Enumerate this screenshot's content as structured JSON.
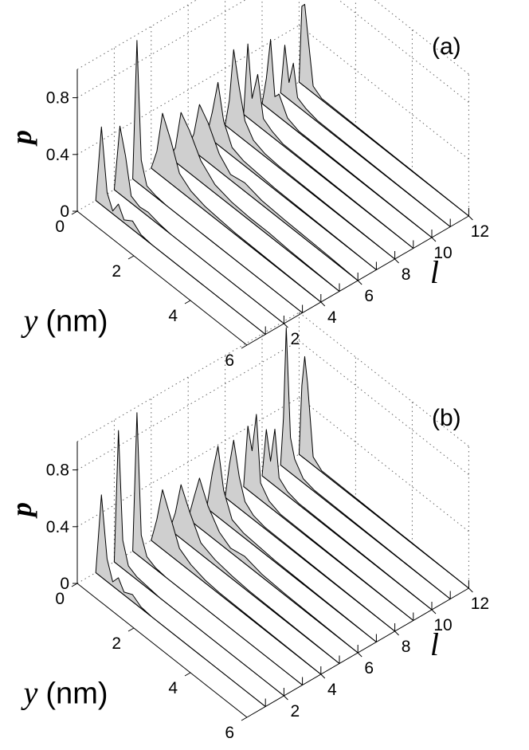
{
  "chart_data": [
    {
      "type": "area",
      "panel_label": "(a)",
      "zlabel": "p",
      "ylabel_var": "y",
      "ylabel_unit": "(nm)",
      "xlabel": "l",
      "z_ticks": [
        "0",
        "0.4",
        "0.8"
      ],
      "y_ticks": [
        "0",
        "2",
        "4",
        "6"
      ],
      "x_ticks": [
        "2",
        "4",
        "6",
        "8",
        "10",
        "12"
      ],
      "zlim": [
        0,
        1.0
      ],
      "ylim": [
        0,
        6
      ],
      "xlim": [
        0,
        12
      ],
      "grid": true,
      "series": [
        {
          "l": 1,
          "y": [
            0,
            0.2,
            0.4,
            0.6,
            0.8,
            1.0,
            1.3,
            1.6,
            2.0,
            6.0
          ],
          "p": [
            0.0,
            0.55,
            0.12,
            0.02,
            0.1,
            0.02,
            0.06,
            0.01,
            0.0,
            0.0
          ]
        },
        {
          "l": 2,
          "y": [
            0,
            0.2,
            0.4,
            0.6,
            0.9,
            1.2,
            1.6,
            2.0,
            6.0
          ],
          "p": [
            0.0,
            0.48,
            0.3,
            0.05,
            0.02,
            0.03,
            0.01,
            0.0,
            0.0
          ]
        },
        {
          "l": 3,
          "y": [
            0,
            0.15,
            0.3,
            0.5,
            0.8,
            1.2,
            1.6,
            6.0
          ],
          "p": [
            0.0,
            1.0,
            0.18,
            0.03,
            0.01,
            0.0,
            0.0,
            0.0
          ]
        },
        {
          "l": 4,
          "y": [
            0,
            0.2,
            0.4,
            0.7,
            1.0,
            1.4,
            1.9,
            2.4,
            3.0,
            6.0
          ],
          "p": [
            0.0,
            0.15,
            0.45,
            0.3,
            0.12,
            0.06,
            0.03,
            0.02,
            0.01,
            0.0
          ]
        },
        {
          "l": 5,
          "y": [
            0,
            0.2,
            0.4,
            0.7,
            1.1,
            1.6,
            2.2,
            2.8,
            3.5,
            4.2,
            6.0
          ],
          "p": [
            0.0,
            0.1,
            0.38,
            0.3,
            0.15,
            0.06,
            0.03,
            0.02,
            0.02,
            0.01,
            0.0
          ]
        },
        {
          "l": 6,
          "y": [
            0,
            0.2,
            0.4,
            0.7,
            1.1,
            1.5,
            2.0,
            2.6,
            3.4,
            4.2,
            5.0,
            6.0
          ],
          "p": [
            0.0,
            0.12,
            0.36,
            0.28,
            0.12,
            0.04,
            0.06,
            0.03,
            0.02,
            0.015,
            0.01,
            0.0
          ]
        },
        {
          "l": 7,
          "y": [
            0,
            0.2,
            0.4,
            0.6,
            0.9,
            1.3,
            1.8,
            2.4,
            6.0
          ],
          "p": [
            0.0,
            0.2,
            0.44,
            0.2,
            0.06,
            0.03,
            0.02,
            0.01,
            0.0
          ]
        },
        {
          "l": 8,
          "y": [
            0,
            0.15,
            0.3,
            0.5,
            0.7,
            1.0,
            1.4,
            1.9,
            6.0
          ],
          "p": [
            0.0,
            0.2,
            0.58,
            0.34,
            0.14,
            0.05,
            0.02,
            0.01,
            0.0
          ]
        },
        {
          "l": 9,
          "y": [
            0,
            0.15,
            0.3,
            0.5,
            0.7,
            1.0,
            1.4,
            6.0
          ],
          "p": [
            0.0,
            0.52,
            0.16,
            0.36,
            0.08,
            0.04,
            0.01,
            0.0
          ]
        },
        {
          "l": 10,
          "y": [
            0,
            0.15,
            0.3,
            0.45,
            0.6,
            0.9,
            1.3,
            6.0
          ],
          "p": [
            0.0,
            0.2,
            0.5,
            0.12,
            0.16,
            0.04,
            0.01,
            0.0
          ]
        },
        {
          "l": 11,
          "y": [
            0,
            0.15,
            0.3,
            0.45,
            0.6,
            0.9,
            1.3,
            6.0
          ],
          "p": [
            0.0,
            0.36,
            0.12,
            0.28,
            0.06,
            0.03,
            0.01,
            0.0
          ]
        },
        {
          "l": 12,
          "y": [
            0,
            0.1,
            0.2,
            0.3,
            0.5,
            0.8,
            6.0
          ],
          "p": [
            0.0,
            0.55,
            0.58,
            0.4,
            0.05,
            0.01,
            0.0
          ]
        }
      ]
    },
    {
      "type": "area",
      "panel_label": "(b)",
      "zlabel": "p",
      "ylabel_var": "y",
      "ylabel_unit": "(nm)",
      "xlabel": "l",
      "z_ticks": [
        "0",
        "0.4",
        "0.8"
      ],
      "y_ticks": [
        "0",
        "2",
        "4",
        "6"
      ],
      "x_ticks": [
        "2",
        "4",
        "6",
        "8",
        "10",
        "12"
      ],
      "zlim": [
        0,
        1.0
      ],
      "ylim": [
        0,
        6
      ],
      "xlim": [
        0,
        12
      ],
      "grid": true,
      "series": [
        {
          "l": 1,
          "y": [
            0,
            0.2,
            0.4,
            0.6,
            0.8,
            1.0,
            1.3,
            1.6,
            2.0,
            6.0
          ],
          "p": [
            0.0,
            0.58,
            0.16,
            0.03,
            0.09,
            0.02,
            0.05,
            0.01,
            0.0,
            0.0
          ]
        },
        {
          "l": 2,
          "y": [
            0,
            0.15,
            0.3,
            0.5,
            0.8,
            1.2,
            1.6,
            6.0
          ],
          "p": [
            0.0,
            0.95,
            0.2,
            0.05,
            0.02,
            0.01,
            0.0,
            0.0
          ]
        },
        {
          "l": 3,
          "y": [
            0,
            0.15,
            0.3,
            0.5,
            0.8,
            1.2,
            1.6,
            6.0
          ],
          "p": [
            0.0,
            1.0,
            0.16,
            0.04,
            0.01,
            0.0,
            0.0,
            0.0
          ]
        },
        {
          "l": 4,
          "y": [
            0,
            0.2,
            0.4,
            0.7,
            1.0,
            1.4,
            1.9,
            2.4,
            6.0
          ],
          "p": [
            0.0,
            0.18,
            0.42,
            0.26,
            0.1,
            0.05,
            0.02,
            0.01,
            0.0
          ]
        },
        {
          "l": 5,
          "y": [
            0,
            0.2,
            0.4,
            0.7,
            1.1,
            1.6,
            2.2,
            2.8,
            6.0
          ],
          "p": [
            0.0,
            0.15,
            0.38,
            0.24,
            0.08,
            0.04,
            0.02,
            0.01,
            0.0
          ]
        },
        {
          "l": 6,
          "y": [
            0,
            0.2,
            0.4,
            0.7,
            1.1,
            1.5,
            2.0,
            2.6,
            3.4,
            6.0
          ],
          "p": [
            0.0,
            0.18,
            0.35,
            0.2,
            0.08,
            0.03,
            0.05,
            0.02,
            0.01,
            0.0
          ]
        },
        {
          "l": 7,
          "y": [
            0,
            0.2,
            0.4,
            0.6,
            0.9,
            1.3,
            1.8,
            2.4,
            6.0
          ],
          "p": [
            0.0,
            0.28,
            0.5,
            0.22,
            0.06,
            0.03,
            0.02,
            0.01,
            0.0
          ]
        },
        {
          "l": 8,
          "y": [
            0,
            0.15,
            0.3,
            0.5,
            0.7,
            1.0,
            1.4,
            6.0
          ],
          "p": [
            0.0,
            0.25,
            0.45,
            0.22,
            0.08,
            0.03,
            0.01,
            0.0
          ]
        },
        {
          "l": 9,
          "y": [
            0,
            0.15,
            0.3,
            0.45,
            0.6,
            0.9,
            1.3,
            6.0
          ],
          "p": [
            0.0,
            0.45,
            0.3,
            0.58,
            0.12,
            0.04,
            0.01,
            0.0
          ]
        },
        {
          "l": 10,
          "y": [
            0,
            0.15,
            0.3,
            0.45,
            0.6,
            0.9,
            1.3,
            6.0
          ],
          "p": [
            0.0,
            0.35,
            0.15,
            0.4,
            0.08,
            0.03,
            0.01,
            0.0
          ]
        },
        {
          "l": 11,
          "y": [
            0,
            0.1,
            0.2,
            0.35,
            0.5,
            0.8,
            1.2,
            6.0
          ],
          "p": [
            0.0,
            0.35,
            1.0,
            0.25,
            0.12,
            0.03,
            0.01,
            0.0
          ]
        },
        {
          "l": 12,
          "y": [
            0,
            0.1,
            0.2,
            0.3,
            0.5,
            0.8,
            6.0
          ],
          "p": [
            0.0,
            0.5,
            0.72,
            0.55,
            0.06,
            0.01,
            0.0
          ]
        }
      ]
    }
  ],
  "style": {
    "fill_color": "#cfcfcf",
    "line_color": "#000000",
    "grid_color": "#666666"
  }
}
